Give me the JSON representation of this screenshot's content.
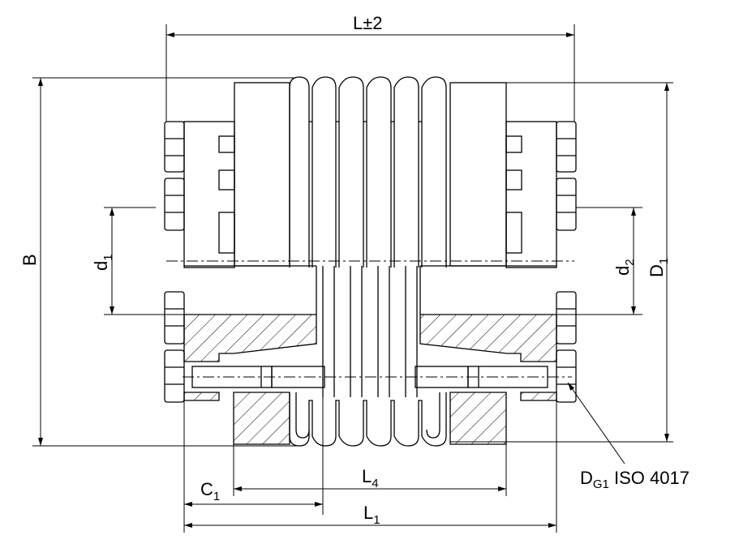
{
  "labels": {
    "L_pm_2": "L±2",
    "B": "B",
    "d1": {
      "main": "d",
      "sub": "1"
    },
    "d2": {
      "main": "d",
      "sub": "2"
    },
    "D1": {
      "main": "D",
      "sub": "1"
    },
    "C1": {
      "main": "C",
      "sub": "1"
    },
    "L4": {
      "main": "L",
      "sub": "4"
    },
    "L1": {
      "main": "L",
      "sub": "1"
    },
    "DG1": {
      "main": "D",
      "sub": "G1",
      "rest": " ISO 4017"
    }
  }
}
